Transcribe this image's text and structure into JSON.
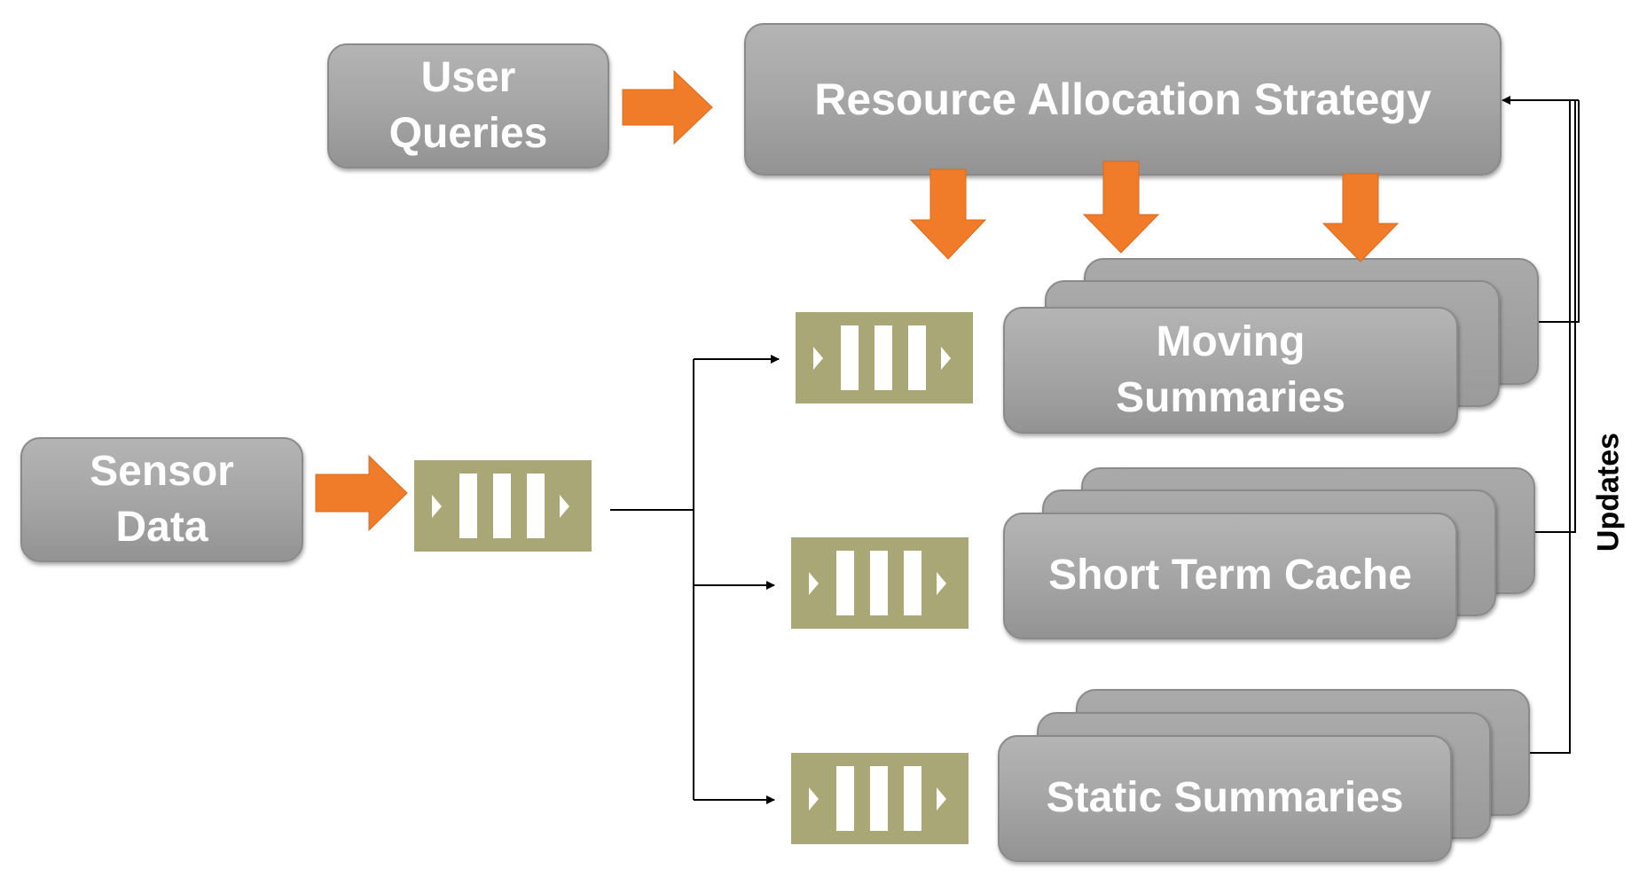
{
  "nodes": {
    "user_queries": [
      "User",
      "Queries"
    ],
    "resource_allocation": "Resource Allocation Strategy",
    "sensor_data": [
      "Sensor",
      "Data"
    ],
    "moving_summaries": [
      "Moving",
      "Summaries"
    ],
    "short_term_cache": "Short Term Cache",
    "static_summaries": "Static Summaries"
  },
  "edge_labels": {
    "updates": "Updates"
  },
  "colors": {
    "box": "#a6a6a6",
    "queue": "#a9a776",
    "arrow": "#f07c2a",
    "line": "#000000",
    "text": "#ffffff"
  }
}
